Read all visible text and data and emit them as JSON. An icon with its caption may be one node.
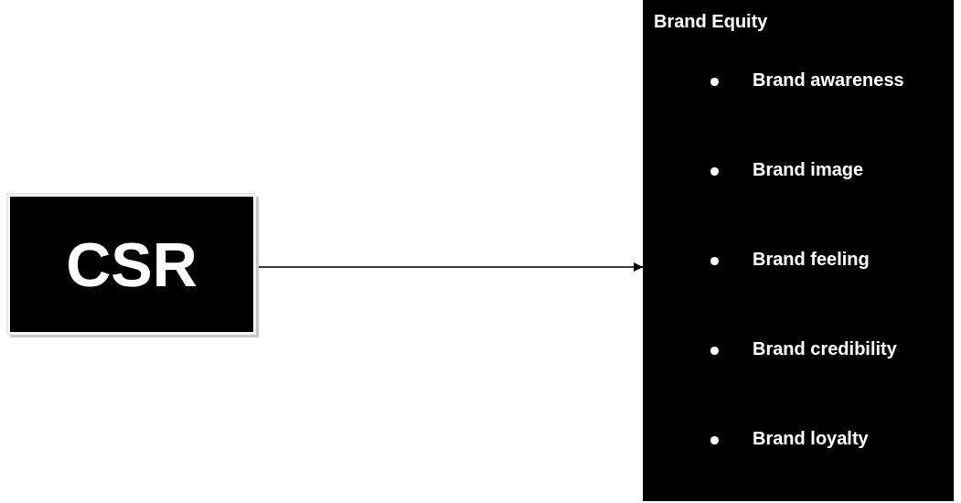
{
  "diagram": {
    "nodes": [
      {
        "text": [
          "CSR"
        ]
      },
      {
        "text": [
          "Brand Equity",
          "Brand awareness",
          "Brand image",
          "Brand feeling",
          "Brand credibility",
          "Brand loyalty"
        ]
      }
    ],
    "edges": [
      {
        "from": 0,
        "to": 1,
        "arrow": "to"
      }
    ]
  }
}
